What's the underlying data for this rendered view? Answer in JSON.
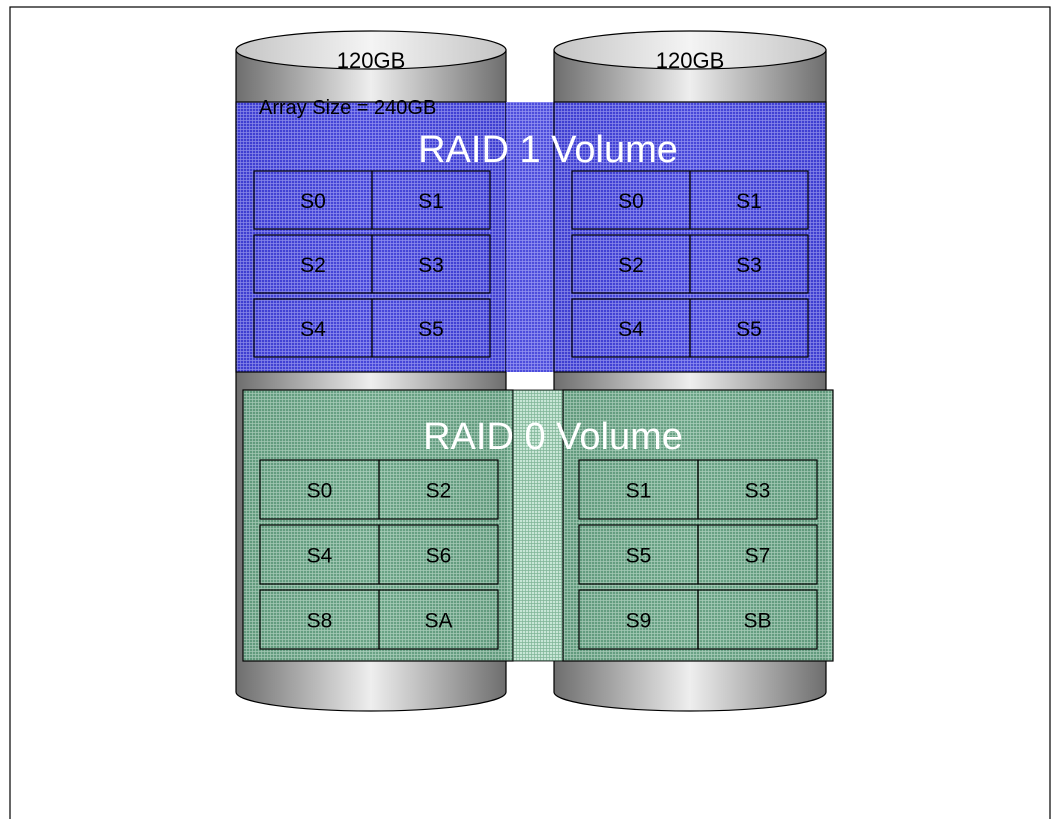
{
  "array_size_label": "Array Size = 240GB",
  "disks": [
    {
      "capacity_label": "120GB"
    },
    {
      "capacity_label": "120GB"
    }
  ],
  "raid1": {
    "title": "RAID 1 Volume",
    "color": "#3a3ad8",
    "disk_blocks": [
      [
        "S0",
        "S1",
        "S2",
        "S3",
        "S4",
        "S5"
      ],
      [
        "S0",
        "S1",
        "S2",
        "S3",
        "S4",
        "S5"
      ]
    ]
  },
  "raid0": {
    "title": "RAID 0 Volume",
    "color": "#5f9c7d",
    "disk_blocks": [
      [
        "S0",
        "S2",
        "S4",
        "S6",
        "S8",
        "SA"
      ],
      [
        "S1",
        "S3",
        "S5",
        "S7",
        "S9",
        "SB"
      ]
    ]
  }
}
